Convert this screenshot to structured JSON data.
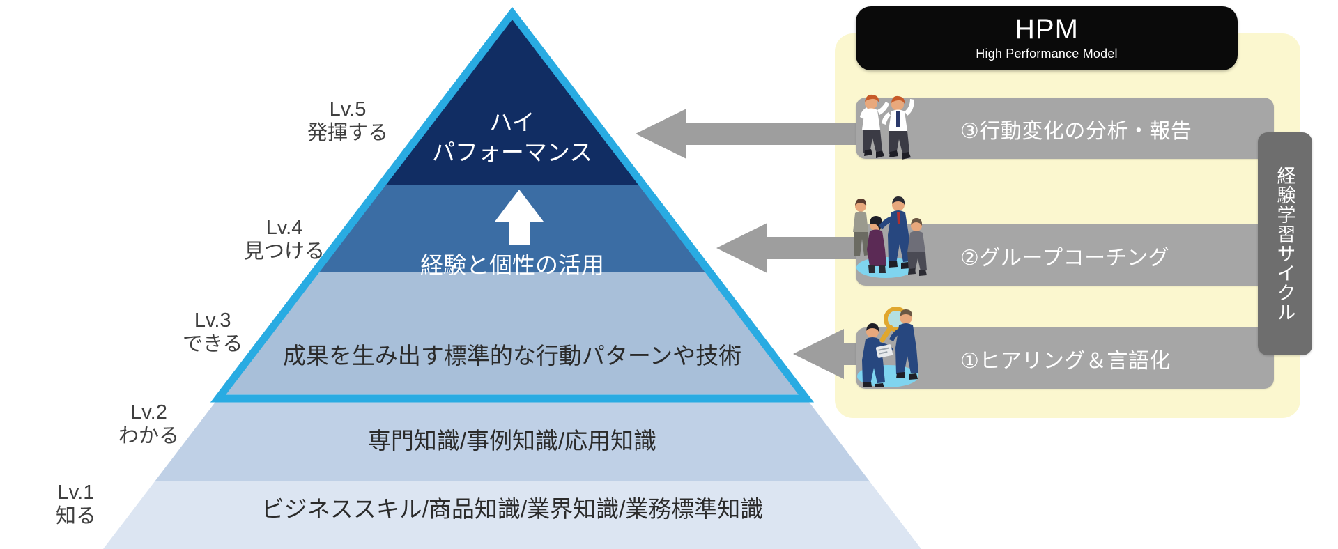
{
  "header": {
    "title": "HPM",
    "subtitle": "High Performance Model"
  },
  "right_panel": {
    "cycle_label": "経験学習サイクル",
    "steps": [
      {
        "id": "step-3",
        "label": "③行動変化の分析・報告",
        "icon": "high-five-people-illustration"
      },
      {
        "id": "step-2",
        "label": "②グループコーチング",
        "icon": "group-coaching-people-illustration"
      },
      {
        "id": "step-1",
        "label": "①ヒアリング＆言語化",
        "icon": "hearing-magnifier-people-illustration"
      }
    ]
  },
  "pyramid": {
    "levels": [
      {
        "level": "Lv.5",
        "state": "発揮する",
        "caption_line1": "ハイ",
        "caption_line2": "パフォーマンス",
        "color": "#112D63"
      },
      {
        "level": "Lv.4",
        "state": "見つける",
        "caption_line1": "経験と個性の活用",
        "caption_line2": "",
        "color": "#3B6DA4"
      },
      {
        "level": "Lv.3",
        "state": "できる",
        "caption_line1": "成果を生み出す標準的な行動パターンや技術",
        "caption_line2": "",
        "color": "#A8BFD9"
      },
      {
        "level": "Lv.2",
        "state": "わかる",
        "caption_line1": "専門知識/事例知識/応用知識",
        "caption_line2": "",
        "color": "#BFD0E6"
      },
      {
        "level": "Lv.1",
        "state": "知る",
        "caption_line1": "ビジネススキル/商品知識/業界知識/業務標準知識",
        "caption_line2": "",
        "color": "#DCE5F2"
      }
    ],
    "inner_arrow": "white-up-arrow"
  },
  "colors": {
    "accent_cyan": "#29ABE2",
    "panel_yellow": "#FBF7CF",
    "bar_gray": "#A6A6A6",
    "cycle_gray": "#6E6E6E",
    "header_black": "#0A0A0A",
    "arrow_gray": "#9E9E9E",
    "text_dark": "#3F3F3F"
  },
  "connectors": [
    {
      "name": "arrow-step3-to-lv5",
      "direction": "left"
    },
    {
      "name": "arrow-step2-to-lv4",
      "direction": "left"
    },
    {
      "name": "arrow-step1-to-lv3",
      "direction": "left"
    }
  ]
}
